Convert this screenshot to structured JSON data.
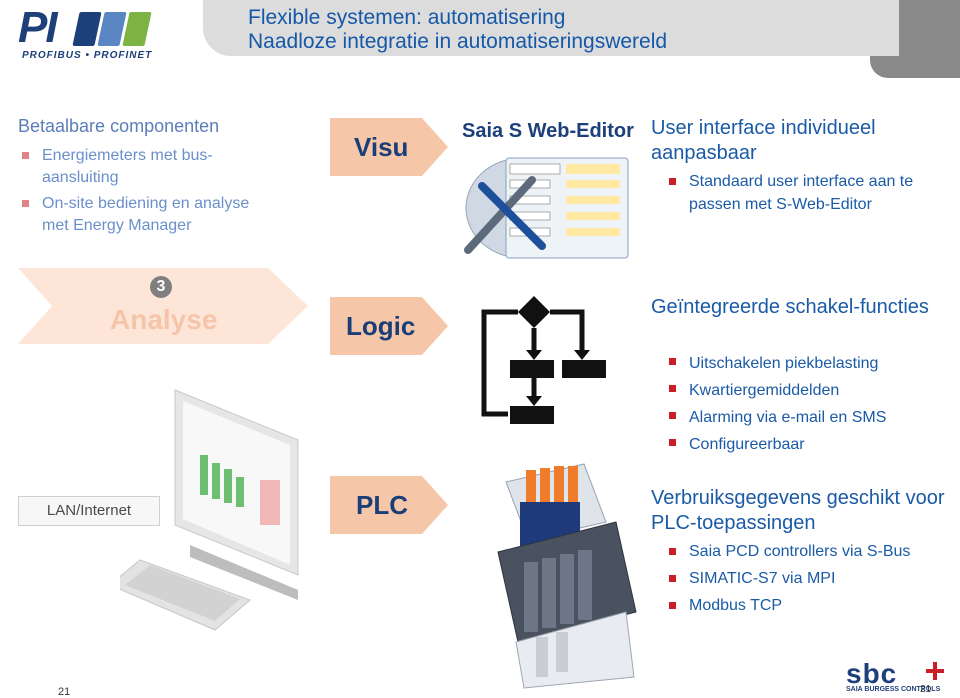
{
  "header": {
    "logo_text": "PI",
    "logo_sub": "PROFIBUS • PROFINET",
    "title_line1": "Flexible systemen: automatisering",
    "title_line2": "Naadloze integratie in automatiseringswereld"
  },
  "left": {
    "heading": "Betaalbare componenten",
    "items": [
      "Energiemeters met bus-aansluiting",
      "On-site bediening en analyse met Energy Manager"
    ],
    "step_number": "3",
    "step_label": "Analyse",
    "lan_label": "LAN/Internet"
  },
  "middle": {
    "visu": "Visu",
    "logic": "Logic",
    "plc": "PLC",
    "web_editor_logo": "Saia S Web-Editor"
  },
  "right": {
    "section1": {
      "heading": "User interface individueel aanpasbaar",
      "items": [
        "Standaard user interface aan te passen met S-Web-Editor"
      ]
    },
    "section2": {
      "heading": "Geïntegreerde schakel-functies",
      "items": [
        "Uitschakelen piekbelasting",
        "Kwartiergemiddelden",
        "Alarming via e-mail en SMS",
        "Configureerbaar"
      ]
    },
    "section3": {
      "heading": "Verbruiksgegevens geschikt voor PLC-toepassingen",
      "items": [
        "Saia PCD controllers via S-Bus",
        "SIMATIC-S7 via MPI",
        "Modbus TCP"
      ]
    }
  },
  "footer": {
    "page_number": "21",
    "corner_number": "21",
    "sbc_logo": "sbc",
    "sbc_sub": "SAIA BURGESS CONTROLS"
  },
  "colors": {
    "title_blue": "#1558a8",
    "chevron_fill": "#fce4d6",
    "mid_chevron_fill": "#f5c7a8",
    "bullet_red": "#c91f28"
  }
}
